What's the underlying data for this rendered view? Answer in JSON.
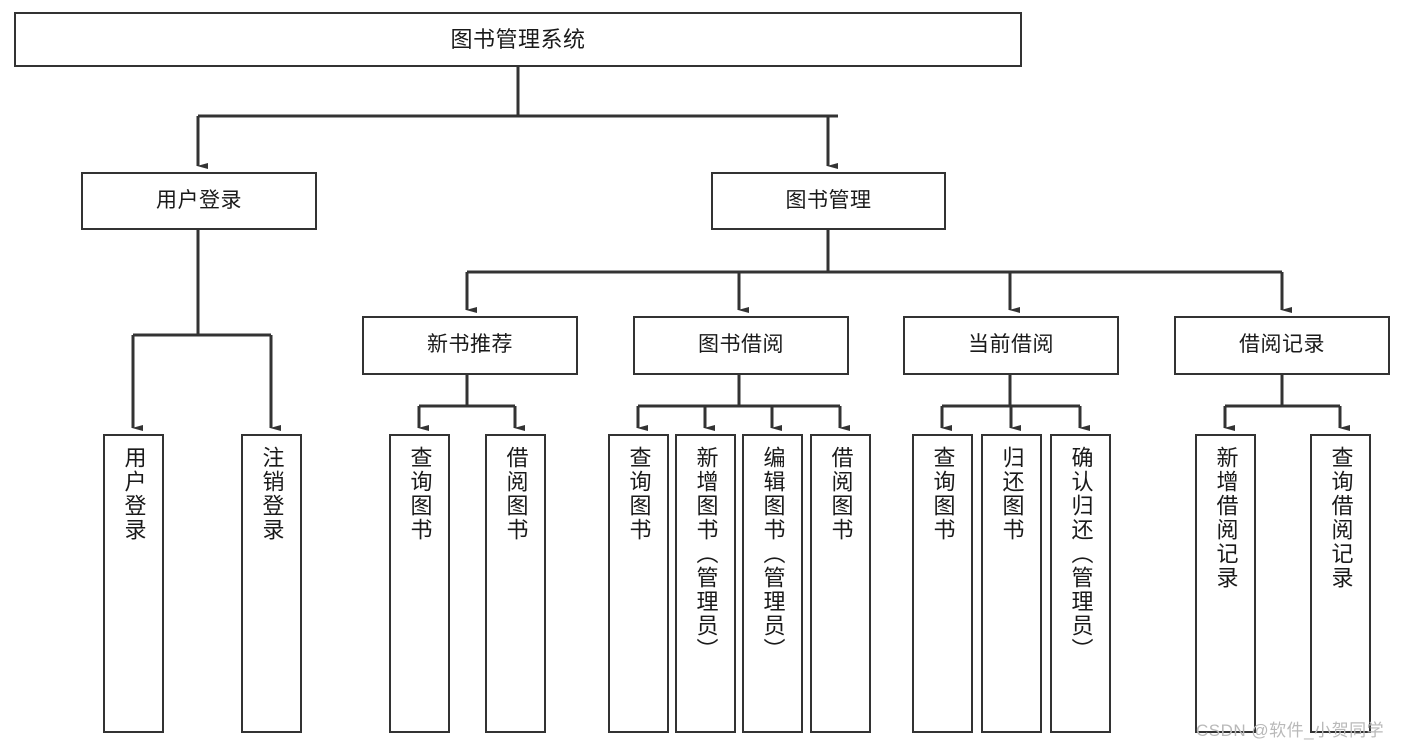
{
  "diagram": {
    "title": "图书管理系统",
    "type": "functional-structure-tree",
    "watermark": "CSDN @软件_小贺同学",
    "colors": {
      "border": "#333333",
      "text": "#1a1a1a",
      "background": "#ffffff",
      "connector": "#333333",
      "watermark": "#b9b9b9"
    },
    "levels": {
      "root": {
        "label": "图书管理系统"
      },
      "level2": [
        {
          "label": "用户登录"
        },
        {
          "label": "图书管理"
        }
      ],
      "level3": [
        {
          "label": "新书推荐"
        },
        {
          "label": "图书借阅"
        },
        {
          "label": "当前借阅"
        },
        {
          "label": "借阅记录"
        }
      ],
      "leaves": [
        {
          "label": "用户登录",
          "parent": "用户登录"
        },
        {
          "label": "注销登录",
          "parent": "用户登录"
        },
        {
          "label": "查询图书",
          "parent": "新书推荐"
        },
        {
          "label": "借阅图书",
          "parent": "新书推荐"
        },
        {
          "label": "查询图书",
          "parent": "图书借阅"
        },
        {
          "label": "新增图书（管理员）",
          "parent": "图书借阅"
        },
        {
          "label": "编辑图书（管理员）",
          "parent": "图书借阅"
        },
        {
          "label": "借阅图书",
          "parent": "图书借阅"
        },
        {
          "label": "查询图书",
          "parent": "当前借阅"
        },
        {
          "label": "归还图书",
          "parent": "当前借阅"
        },
        {
          "label": "确认归还（管理员）",
          "parent": "当前借阅"
        },
        {
          "label": "新增借阅记录",
          "parent": "借阅记录"
        },
        {
          "label": "查询借阅记录",
          "parent": "借阅记录"
        }
      ]
    }
  }
}
